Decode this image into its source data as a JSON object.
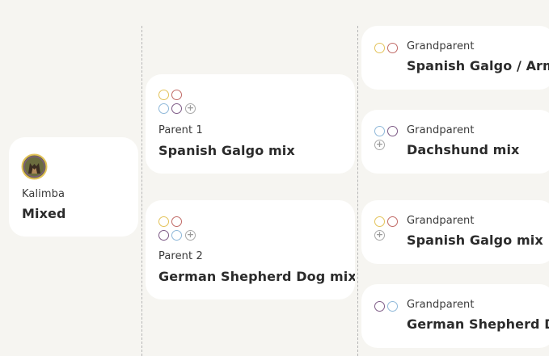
{
  "subject": {
    "label": "Kalimba",
    "value": "Mixed",
    "avatar_icon": "dog-photo-icon"
  },
  "parents": [
    {
      "label": "Parent 1",
      "value": "Spanish Galgo mix"
    },
    {
      "label": "Parent 2",
      "value": "German Shepherd Dog mix"
    }
  ],
  "grandparents": [
    {
      "label": "Grandparent",
      "value": "Spanish Galgo / Arm"
    },
    {
      "label": "Grandparent",
      "value": "Dachshund mix"
    },
    {
      "label": "Grandparent",
      "value": "Spanish Galgo mix"
    },
    {
      "label": "Grandparent",
      "value": "German Shepherd Do"
    }
  ],
  "colors": {
    "yellow": "#e3c35a",
    "red": "#c06a66",
    "blue": "#8fb8d9",
    "purple": "#7d5a86",
    "gray": "#a8a8a8",
    "background": "#f6f5f1",
    "card": "#ffffff"
  }
}
